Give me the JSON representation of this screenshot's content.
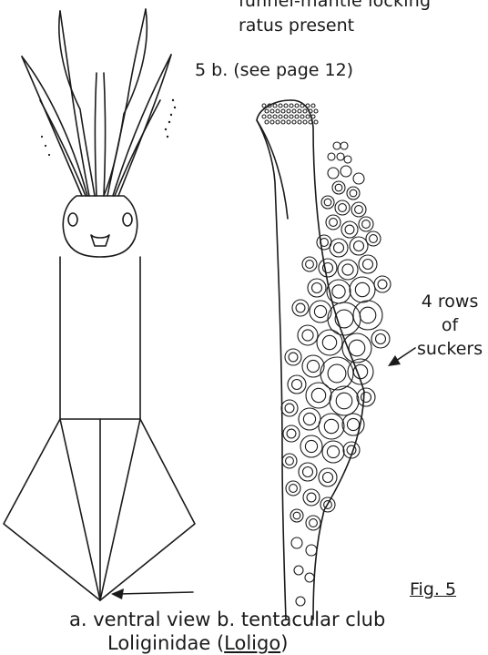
{
  "top_text": {
    "line1": "funnel-mantle   locking",
    "line2": "ratus present"
  },
  "reference": "5 b. (see page 12)",
  "annotation": {
    "line1": "4 rows",
    "line2": "of",
    "line3": "suckers"
  },
  "figure_label": "Fig. 5",
  "caption": {
    "line1": "a.  ventral view   b.  tentacular club",
    "family": "Loliginidae (",
    "genus": "Loligo",
    "close": ")"
  },
  "colors": {
    "ink": "#1a1a1a",
    "background": "#ffffff"
  }
}
